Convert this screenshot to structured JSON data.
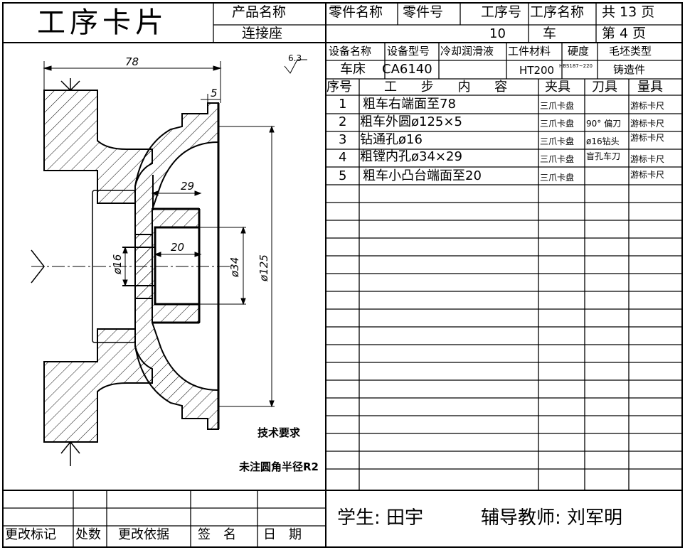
{
  "header": {
    "card_title": "工序卡片",
    "product_name_label": "产品名称",
    "product_name": "连接座",
    "part_name_label": "零件名称",
    "part_no_label": "零件号",
    "process_no_label": "工序号",
    "process_no": "10",
    "process_name_label": "工序名称",
    "process_name": "车",
    "total_pages": "共 13 页",
    "page_no": "第 4 页"
  },
  "equipment": {
    "name_label": "设备名称",
    "model_label": "设备型号",
    "coolant_label": "冷却润滑液",
    "material_label": "工件材料",
    "hardness_label": "硬度",
    "blank_label": "毛坯类型",
    "name": "车床",
    "model": "CA6140",
    "material": "HT200",
    "hardness": "HBS187~220",
    "blank": "铸造件"
  },
  "steps_table": {
    "headers": {
      "seq": "序号",
      "content": "工 步 内 容",
      "fixture": "夹具",
      "tool": "刀具",
      "gauge": "量具"
    },
    "rows": [
      {
        "seq": "1",
        "content": "粗车右端面至78",
        "fixture": "三爪卡盘",
        "tool": "",
        "gauge": "游标卡尺"
      },
      {
        "seq": "2",
        "content": "粗车外圆ø125×5",
        "fixture": "三爪卡盘",
        "tool": "90° 偏刀",
        "gauge": "游标卡尺"
      },
      {
        "seq": "3",
        "content": "钻通孔ø16",
        "fixture": "三爪卡盘",
        "tool": "ø16钻头",
        "gauge": "游标卡尺"
      },
      {
        "seq": "4",
        "content": "粗镗内孔ø34×29",
        "fixture": "三爪卡盘",
        "tool": "盲孔车刀",
        "gauge": "游标卡尺"
      },
      {
        "seq": "5",
        "content": "粗车小凸台端面至20",
        "fixture": "三爪卡盘",
        "tool": "",
        "gauge": "游标卡尺"
      }
    ]
  },
  "drawing": {
    "dim_78": "78",
    "dim_5": "5",
    "dim_29": "29",
    "dim_20": "20",
    "dim_d16": "ø16",
    "dim_d34": "ø34",
    "dim_d125": "ø125",
    "roughness": "6.3",
    "tech_req_title": "技术要求",
    "tech_req_text": "未注圆角半径R2"
  },
  "footer": {
    "change_mark_label": "更改标记",
    "location_label": "处数",
    "change_basis_label": "更改依据",
    "signature_label": "签　名",
    "date_label": "日　期",
    "student": "学生: 田宇",
    "teacher": "辅导教师: 刘军明"
  }
}
